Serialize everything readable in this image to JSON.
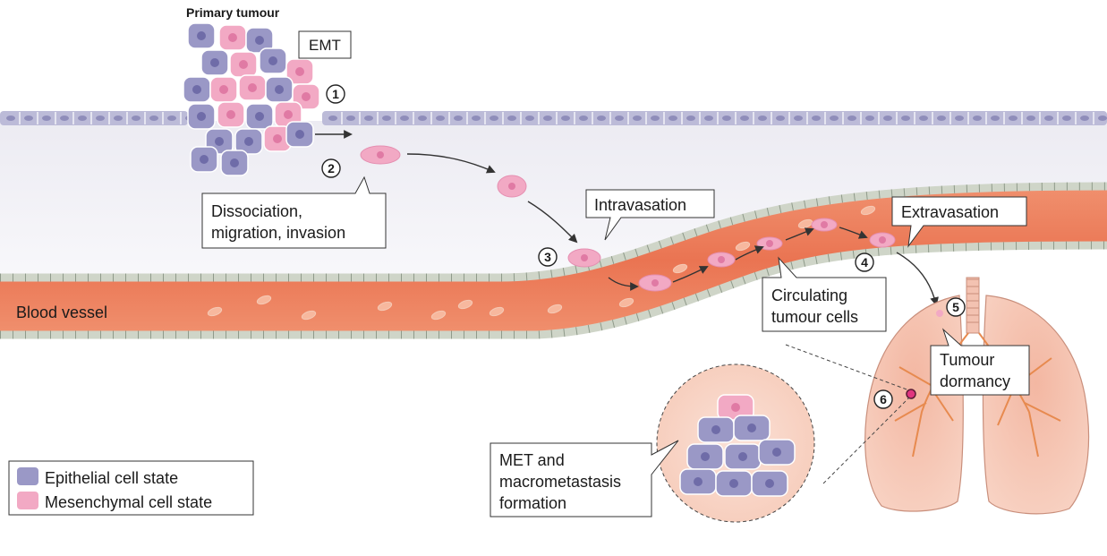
{
  "labels": {
    "primary_tumour": "Primary tumour",
    "emt": "EMT",
    "dissociation_line1": "Dissociation,",
    "dissociation_line2": "migration, invasion",
    "intravasation": "Intravasation",
    "extravasation": "Extravasation",
    "circulating_line1": "Circulating",
    "circulating_line2": "tumour cells",
    "blood_vessel": "Blood vessel",
    "dormancy_line1": "Tumour",
    "dormancy_line2": "dormancy",
    "met_line1": "MET and",
    "met_line2": "macrometastasis",
    "met_line3": "formation"
  },
  "steps": [
    "1",
    "2",
    "3",
    "4",
    "5",
    "6"
  ],
  "legend": {
    "epithelial": "Epithelial cell state",
    "mesenchymal": "Mesenchymal cell state"
  },
  "colors": {
    "epithelial": "#9a98c6",
    "mesenchymal": "#f2a9c4",
    "vessel": "#ee7f5e",
    "vessel_light": "#f7b89e",
    "endothelium": "#d8ddd2",
    "lung": "#f6c8b4",
    "tissue": "#e9e8f0"
  }
}
